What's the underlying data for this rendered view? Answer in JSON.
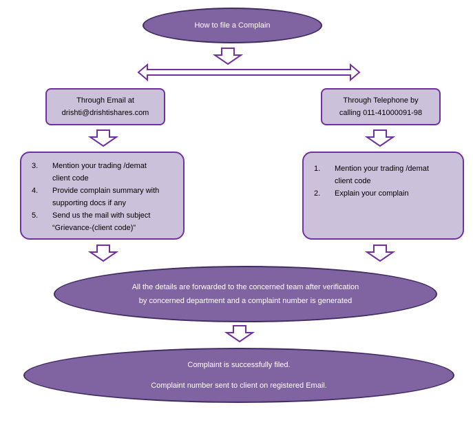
{
  "title": "How to file a Complain",
  "email_box": {
    "line1": "Through Email at",
    "line2": "drishti@drishtishares.com",
    "steps": [
      {
        "num": "3.",
        "line1": "Mention your trading /demat",
        "line2": "client code"
      },
      {
        "num": "4.",
        "line1": "Provide complain summary with",
        "line2": "supporting docs if any"
      },
      {
        "num": "5.",
        "line1": "Send us the mail with subject",
        "line2": "“Grievance-(client code)”"
      }
    ]
  },
  "phone_box": {
    "line1": "Through Telephone by",
    "line2": "calling 011-41000091-98",
    "steps": [
      {
        "num": "1.",
        "line1": "Mention your trading /demat",
        "line2": "client code"
      },
      {
        "num": "2.",
        "line1": "Explain your complain",
        "line2": ""
      }
    ]
  },
  "forward": {
    "line1": "All the details are forwarded to the concerned team after verification",
    "line2": "by concerned department and a complaint number is generated"
  },
  "final": {
    "line1": "Complaint is successfully filed.",
    "line2": "Complaint number sent to client on registered Email."
  },
  "colors": {
    "ellipse_fill": "#8064a2",
    "ellipse_border": "#402b63",
    "box_fill": "#ccc1da",
    "box_border": "#7030a0",
    "arrow_stroke": "#7030a0"
  }
}
